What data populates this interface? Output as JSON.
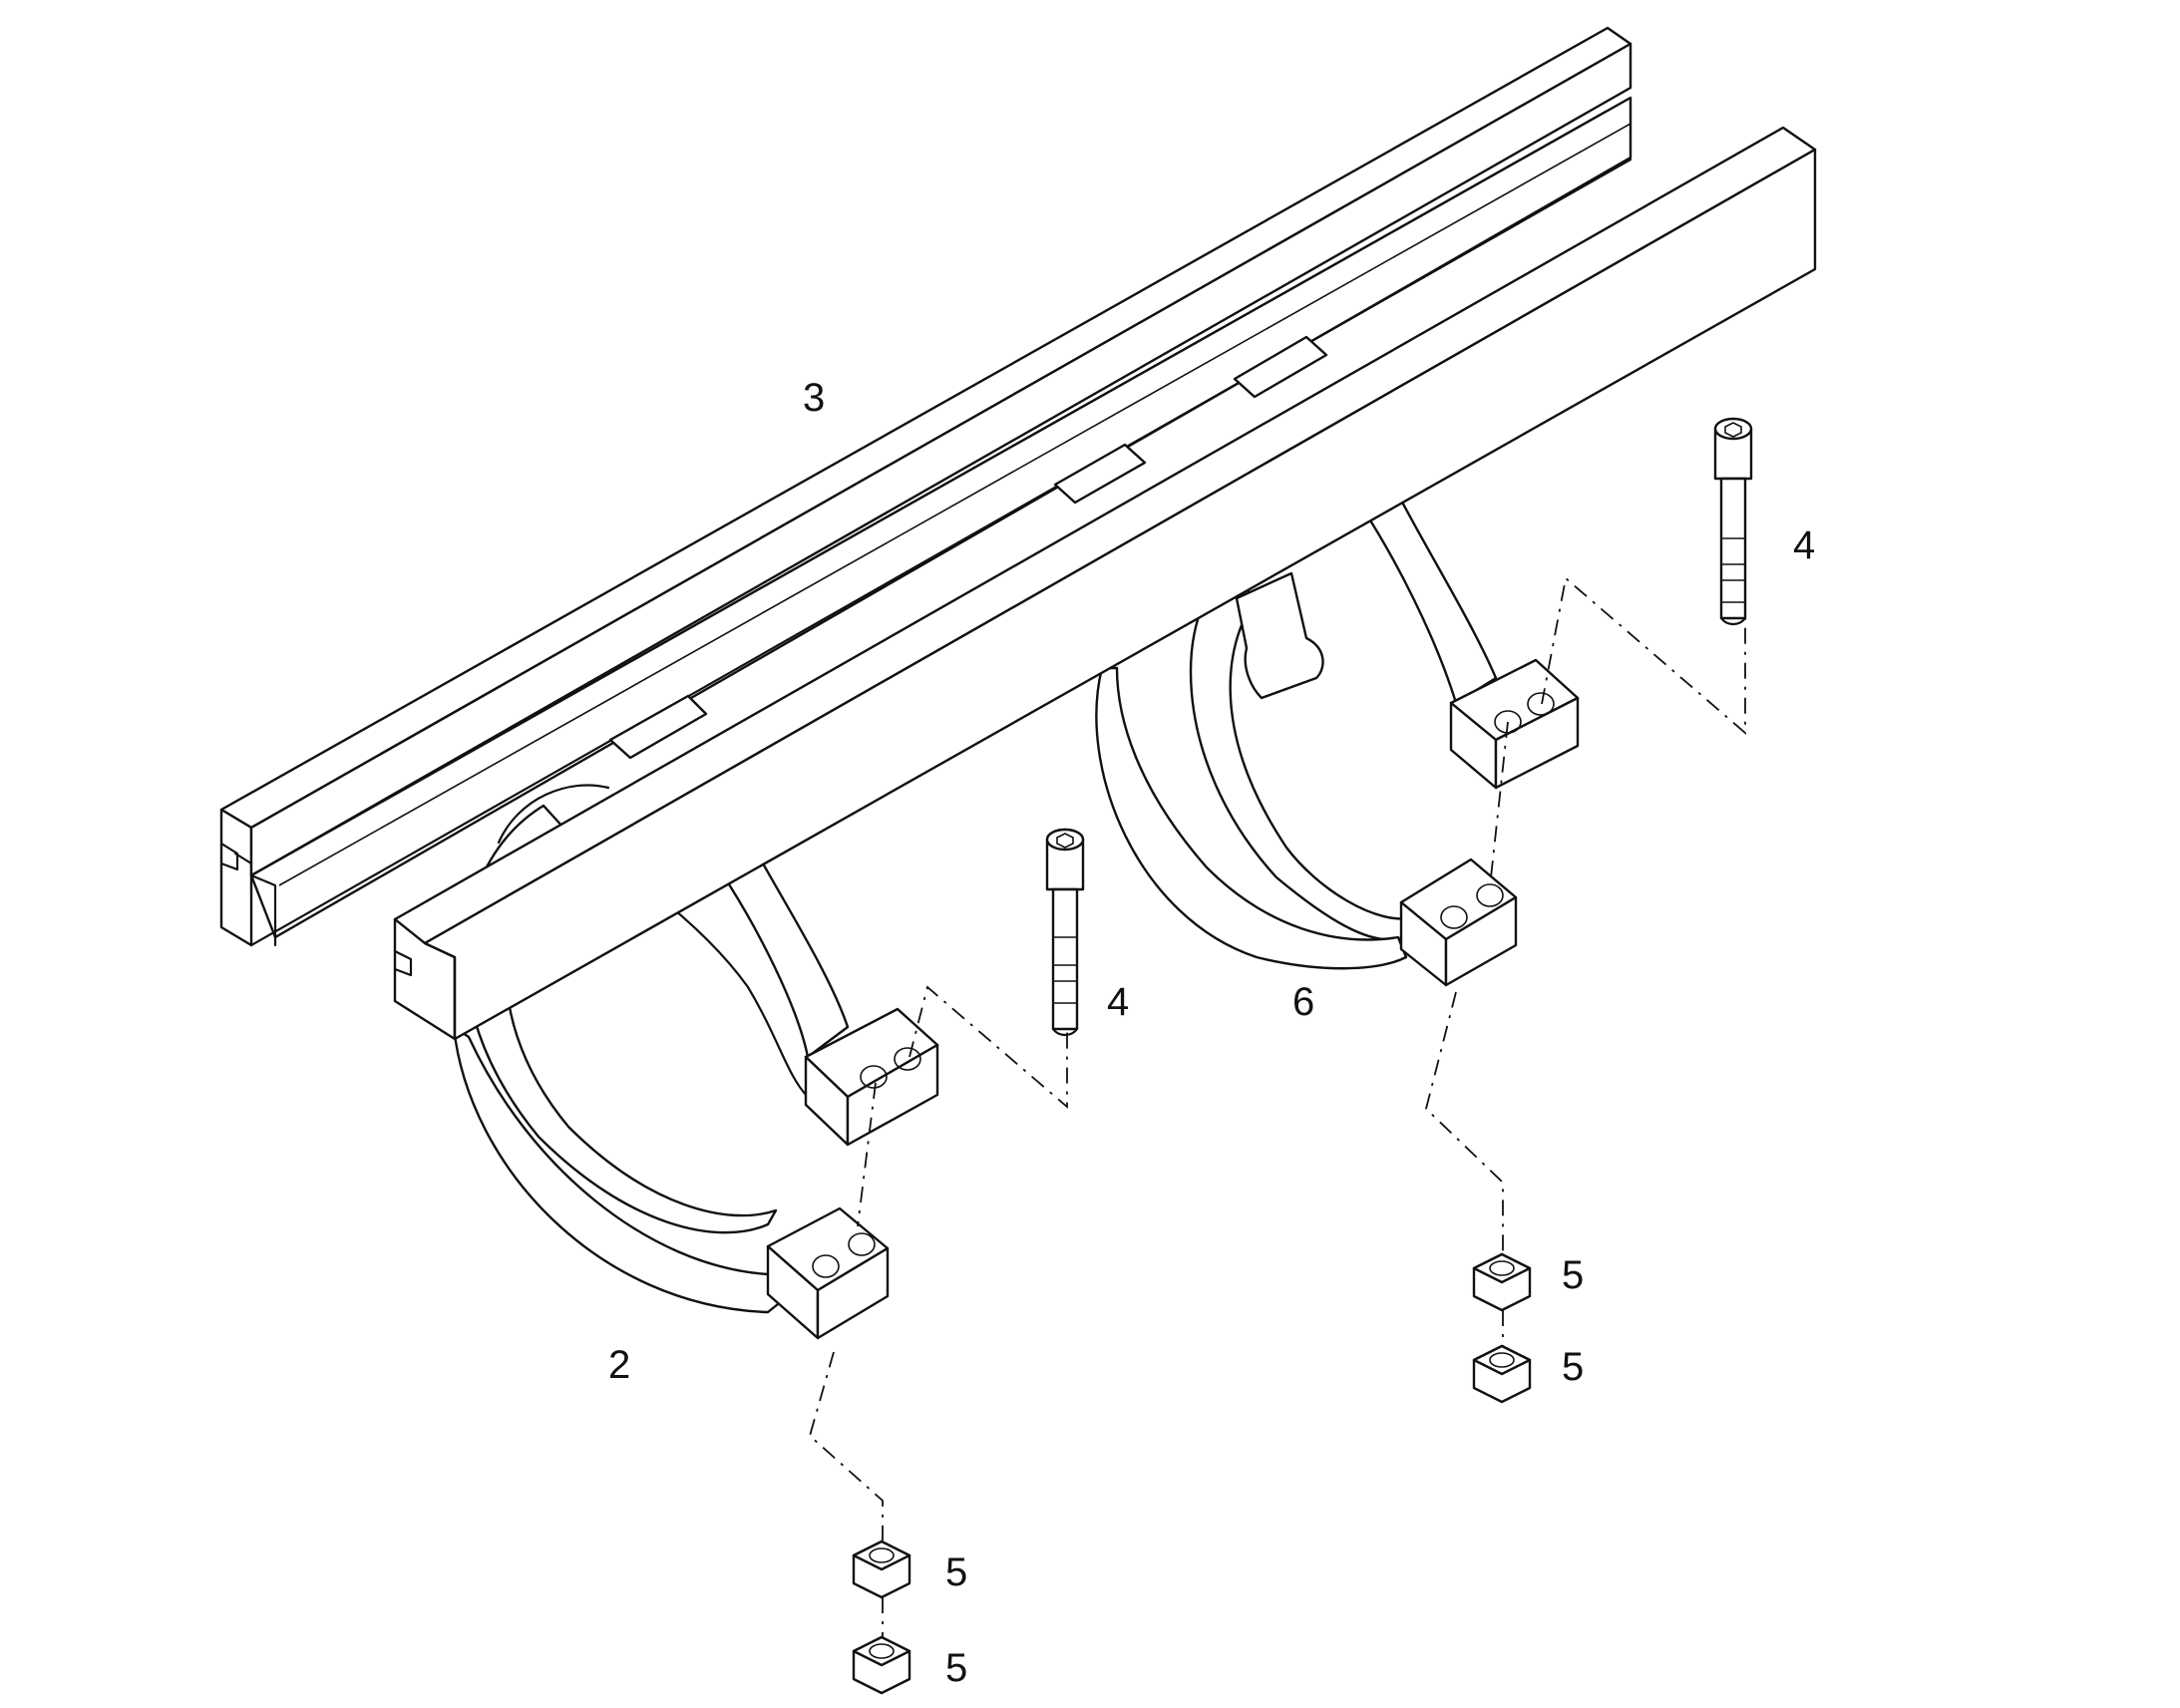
{
  "callouts": {
    "clamp_left": "2",
    "rail": "3",
    "bolt_left": "4",
    "bolt_right": "4",
    "clamp_right": "6",
    "nut_left_upper": "5",
    "nut_left_lower": "5",
    "nut_right_upper": "5",
    "nut_right_lower": "5"
  }
}
